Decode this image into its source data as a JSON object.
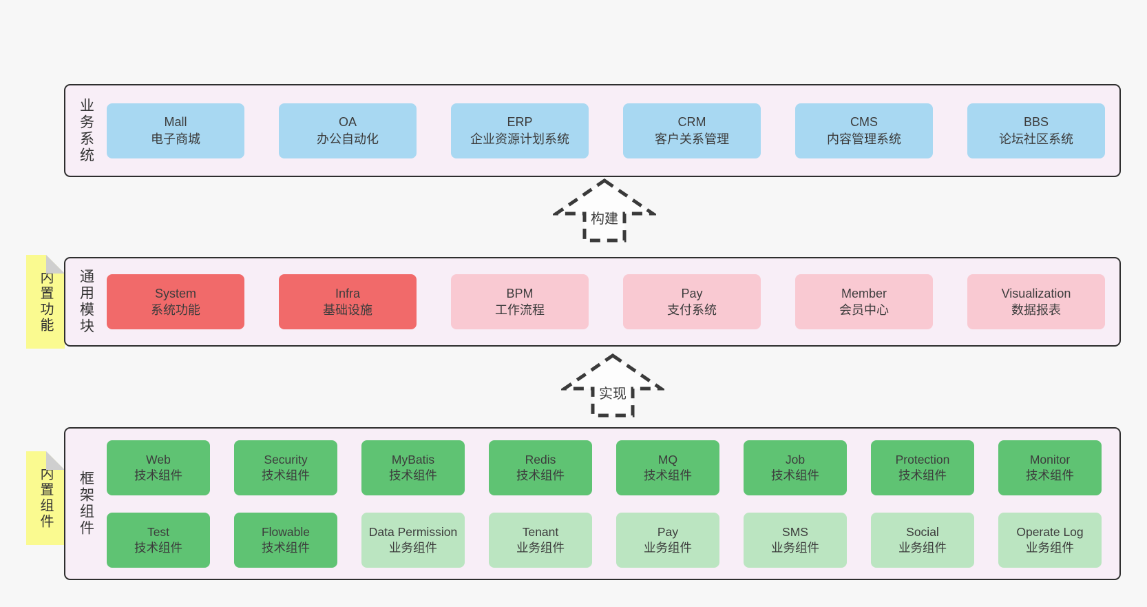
{
  "palette": {
    "page_bg": "#f7f7f7",
    "panel_bg": "#f8eef7",
    "panel_border": "#2e2e2e",
    "blue": "#a8d8f2",
    "red": "#f16a6a",
    "pink": "#f9c9d2",
    "green": "#5fc373",
    "green_light": "#bbe5c1",
    "tag_yellow": "#fafa90",
    "fold_gray": "#cfcfcf",
    "text": "#3c3c3c"
  },
  "layers": {
    "business": {
      "label": "业务系统",
      "boxes": [
        {
          "en": "Mall",
          "zh": "电子商城",
          "variant": "blue"
        },
        {
          "en": "OA",
          "zh": "办公自动化",
          "variant": "blue"
        },
        {
          "en": "ERP",
          "zh": "企业资源计划系统",
          "variant": "blue"
        },
        {
          "en": "CRM",
          "zh": "客户关系管理",
          "variant": "blue"
        },
        {
          "en": "CMS",
          "zh": "内容管理系统",
          "variant": "blue"
        },
        {
          "en": "BBS",
          "zh": "论坛社区系统",
          "variant": "blue"
        }
      ]
    },
    "modules": {
      "label": "通用模块",
      "tag": "内置功能",
      "boxes": [
        {
          "en": "System",
          "zh": "系统功能",
          "variant": "red"
        },
        {
          "en": "Infra",
          "zh": "基础设施",
          "variant": "red"
        },
        {
          "en": "BPM",
          "zh": "工作流程",
          "variant": "pink"
        },
        {
          "en": "Pay",
          "zh": "支付系统",
          "variant": "pink"
        },
        {
          "en": "Member",
          "zh": "会员中心",
          "variant": "pink"
        },
        {
          "en": "Visualization",
          "zh": "数据报表",
          "variant": "pink"
        }
      ]
    },
    "components": {
      "label": "框架组件",
      "tag": "内置组件",
      "rows": [
        [
          {
            "en": "Web",
            "zh": "技术组件",
            "variant": "green"
          },
          {
            "en": "Security",
            "zh": "技术组件",
            "variant": "green"
          },
          {
            "en": "MyBatis",
            "zh": "技术组件",
            "variant": "green"
          },
          {
            "en": "Redis",
            "zh": "技术组件",
            "variant": "green"
          },
          {
            "en": "MQ",
            "zh": "技术组件",
            "variant": "green"
          },
          {
            "en": "Job",
            "zh": "技术组件",
            "variant": "green"
          },
          {
            "en": "Protection",
            "zh": "技术组件",
            "variant": "green"
          },
          {
            "en": "Monitor",
            "zh": "技术组件",
            "variant": "green"
          }
        ],
        [
          {
            "en": "Test",
            "zh": "技术组件",
            "variant": "green"
          },
          {
            "en": "Flowable",
            "zh": "技术组件",
            "variant": "green"
          },
          {
            "en": "Data Permission",
            "zh": "业务组件",
            "variant": "green-light"
          },
          {
            "en": "Tenant",
            "zh": "业务组件",
            "variant": "green-light"
          },
          {
            "en": "Pay",
            "zh": "业务组件",
            "variant": "green-light"
          },
          {
            "en": "SMS",
            "zh": "业务组件",
            "variant": "green-light"
          },
          {
            "en": "Social",
            "zh": "业务组件",
            "variant": "green-light"
          },
          {
            "en": "Operate Log",
            "zh": "业务组件",
            "variant": "green-light"
          }
        ]
      ]
    }
  },
  "arrows": [
    {
      "label": "构建"
    },
    {
      "label": "实现"
    }
  ]
}
